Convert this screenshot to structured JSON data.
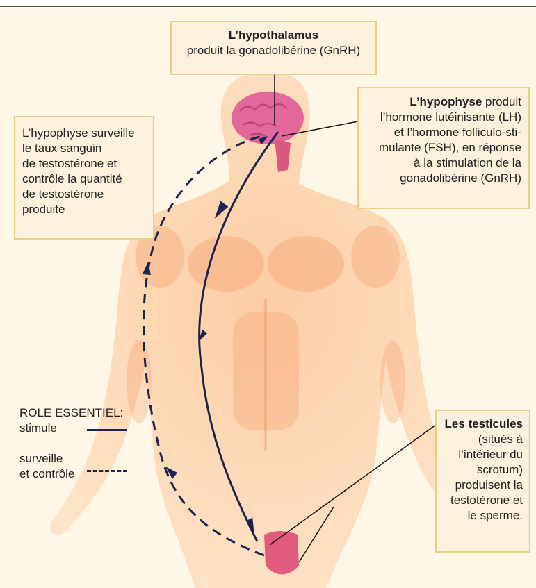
{
  "hypothalamus": {
    "title": "L’hypothalamus",
    "text": "produit la gonadolibérine (GnRH)"
  },
  "hypophyse": {
    "title": "L’hypophyse",
    "line1": " produit",
    "line2": "l’hormone lutéinisante (LH)",
    "line3": "et l’hormone folliculo-sti-",
    "line4": "mulante (FSH), en réponse",
    "line5": "à la stimulation de la",
    "line6": "gonadolibérine (GnRH)"
  },
  "monitor": {
    "line1": "L’hypophyse surveille",
    "line2": "le taux sanguin",
    "line3": "de testostérone et",
    "line4": "contrôle la quantité",
    "line5": "de testostérone",
    "line6": "produite"
  },
  "testicules": {
    "title": "Les testicules",
    "line1": "(situés à",
    "line2": "l’intérieur du",
    "line3": "scrotum)",
    "line4": "produisent la",
    "line5": "testotérone et",
    "line6": "le sperme."
  },
  "legend": {
    "heading": "ROLE  ESSENTIEL:",
    "solid_label": "stimule",
    "dashed_label_1": "surveille",
    "dashed_label_2": "et contrôle"
  },
  "colors": {
    "arrow": "#1b2450",
    "body": "#fcd3a8",
    "body_shade": "#f7a474",
    "brain": "#e2679b",
    "box_border": "#e8cf86",
    "box_fill": "#fbf1dc"
  }
}
